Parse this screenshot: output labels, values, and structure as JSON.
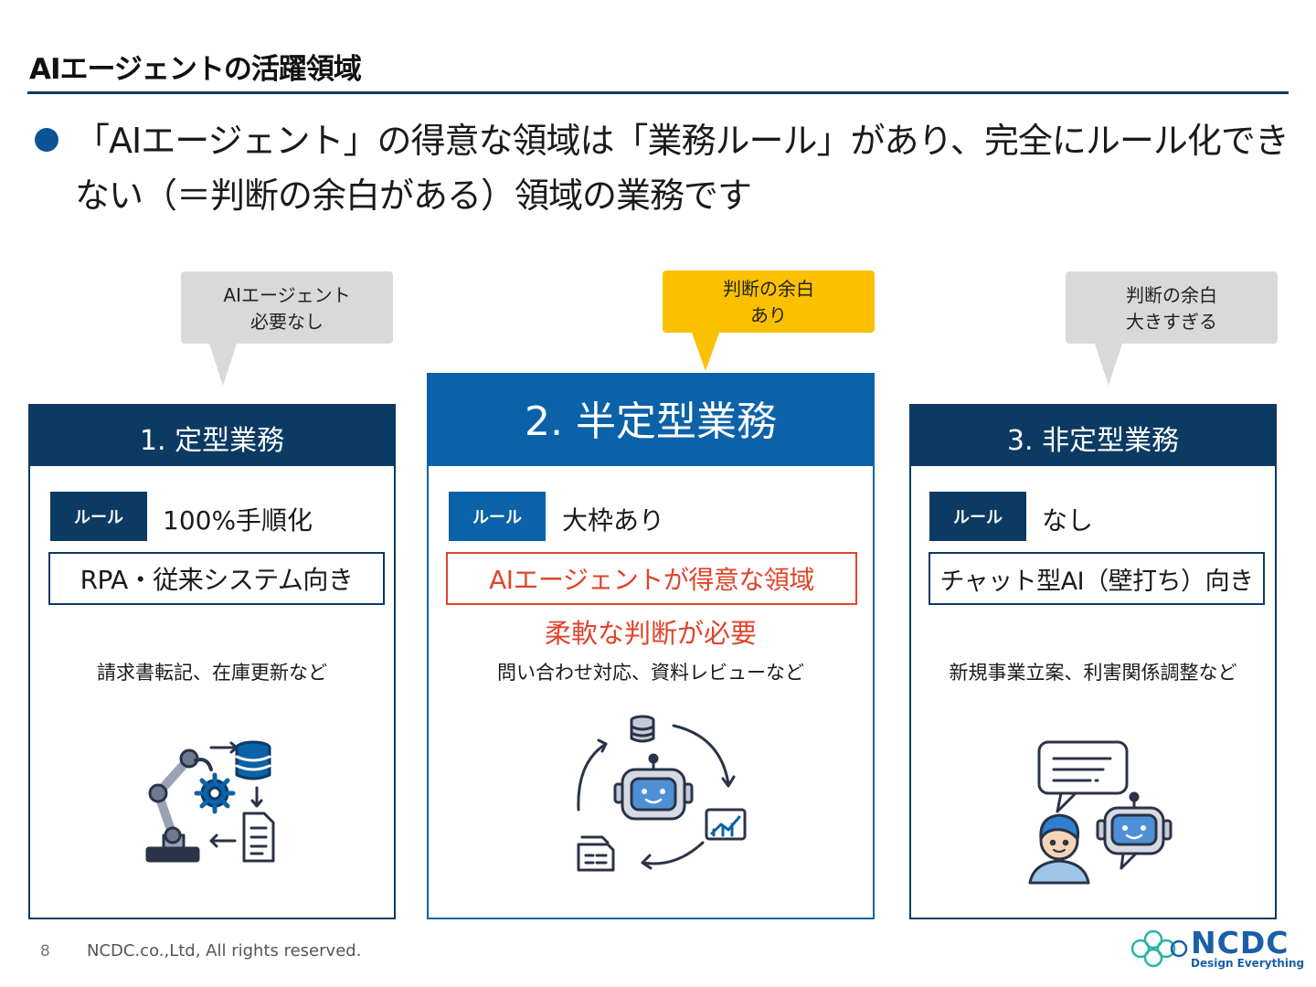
{
  "slide": {
    "title": "AIエージェントの活躍領域",
    "bullet": "「AIエージェント」の得意な領域は「業務ルール」があり、完全にルール化できない（＝判断の余白がある）領域の業務です"
  },
  "callouts": {
    "left": [
      "AIエージェント",
      "必要なし"
    ],
    "center": [
      "判断の余白",
      "あり"
    ],
    "right": [
      "判断の余白",
      "大きすぎる"
    ]
  },
  "cards": [
    {
      "heading": "1. 定型業務",
      "rule_badge": "ルール",
      "rule_value": "100%手順化",
      "fit": "RPA・従来システム向き",
      "emphasis": "",
      "examples": "請求書転記、在庫更新など"
    },
    {
      "heading": "2. 半定型業務",
      "rule_badge": "ルール",
      "rule_value": "大枠あり",
      "fit": "AIエージェントが得意な領域",
      "emphasis": "柔軟な判断が必要",
      "examples": "問い合わせ対応、資料レビューなど"
    },
    {
      "heading": "3. 非定型業務",
      "rule_badge": "ルール",
      "rule_value": "なし",
      "fit": "チャット型AI（壁打ち）向き",
      "emphasis": "",
      "examples": "新規事業立案、利害関係調整など"
    }
  ],
  "icons": {
    "card1": "robot-arm-database-document-icon",
    "card2": "ai-agent-cycle-icon",
    "card3": "person-chatbot-conversation-icon"
  },
  "colors": {
    "navy": "#0b3a63",
    "blue": "#0b62a8",
    "red": "#e0442a",
    "yellow": "#fbc100",
    "gray_callout": "#d9d9d9"
  },
  "footer": {
    "page": "8",
    "copyright": "NCDC.co.,Ltd, All rights reserved.",
    "logo_name": "NCDC",
    "logo_tag": "Design Everything"
  }
}
